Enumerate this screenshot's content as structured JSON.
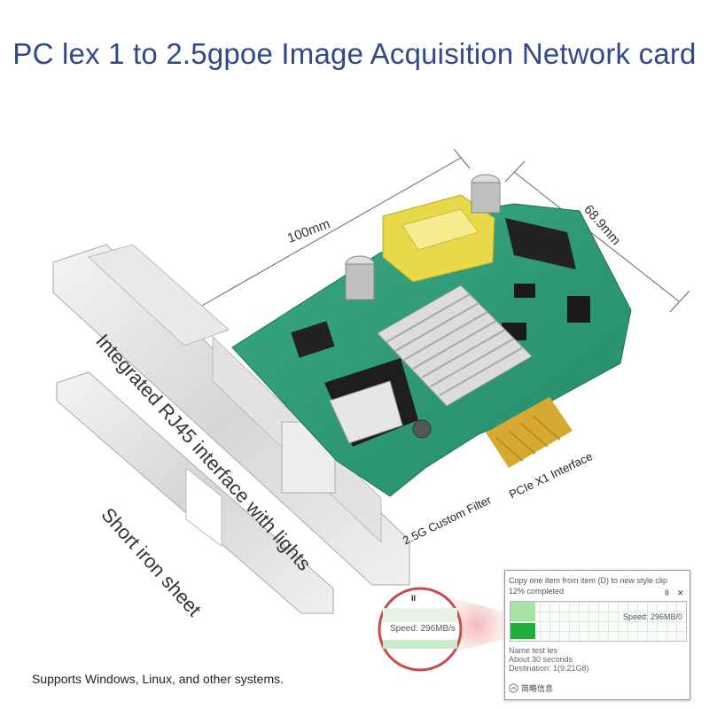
{
  "title": "PC lex 1 to 2.5gpoe Image Acquisition Network card",
  "dimensions": {
    "length": "100mm",
    "width": "68.9mm"
  },
  "labels": {
    "rj45": "Integrated RJ45 interface with lights",
    "short_sheet": "Short iron sheet",
    "filter": "2.5G Custom Filter",
    "pcie": "PCIe X1 Interface"
  },
  "footer": "Supports Windows, Linux, and other systems.",
  "transfer_dialog": {
    "line1": "Copy one item from item (D) to new style clip",
    "progress_text": "12% completed",
    "progress_fraction": 0.12,
    "pause_glyph": "II",
    "close_glyph": "✕",
    "speed": "Speed: 296MB/0",
    "name": "Name test les",
    "time_left": "About 30 seconds",
    "destination": "Destination: 1(9.21G8)",
    "less_info": "简略信息"
  },
  "magnifier": {
    "pause_glyph": "II",
    "speed": "Speed: 296MB/s"
  },
  "colors": {
    "title": "#2f4a8a",
    "pcb": "#2f9a78",
    "bar_light": "#a6e2a6",
    "bar_dark": "#1fae3a"
  }
}
